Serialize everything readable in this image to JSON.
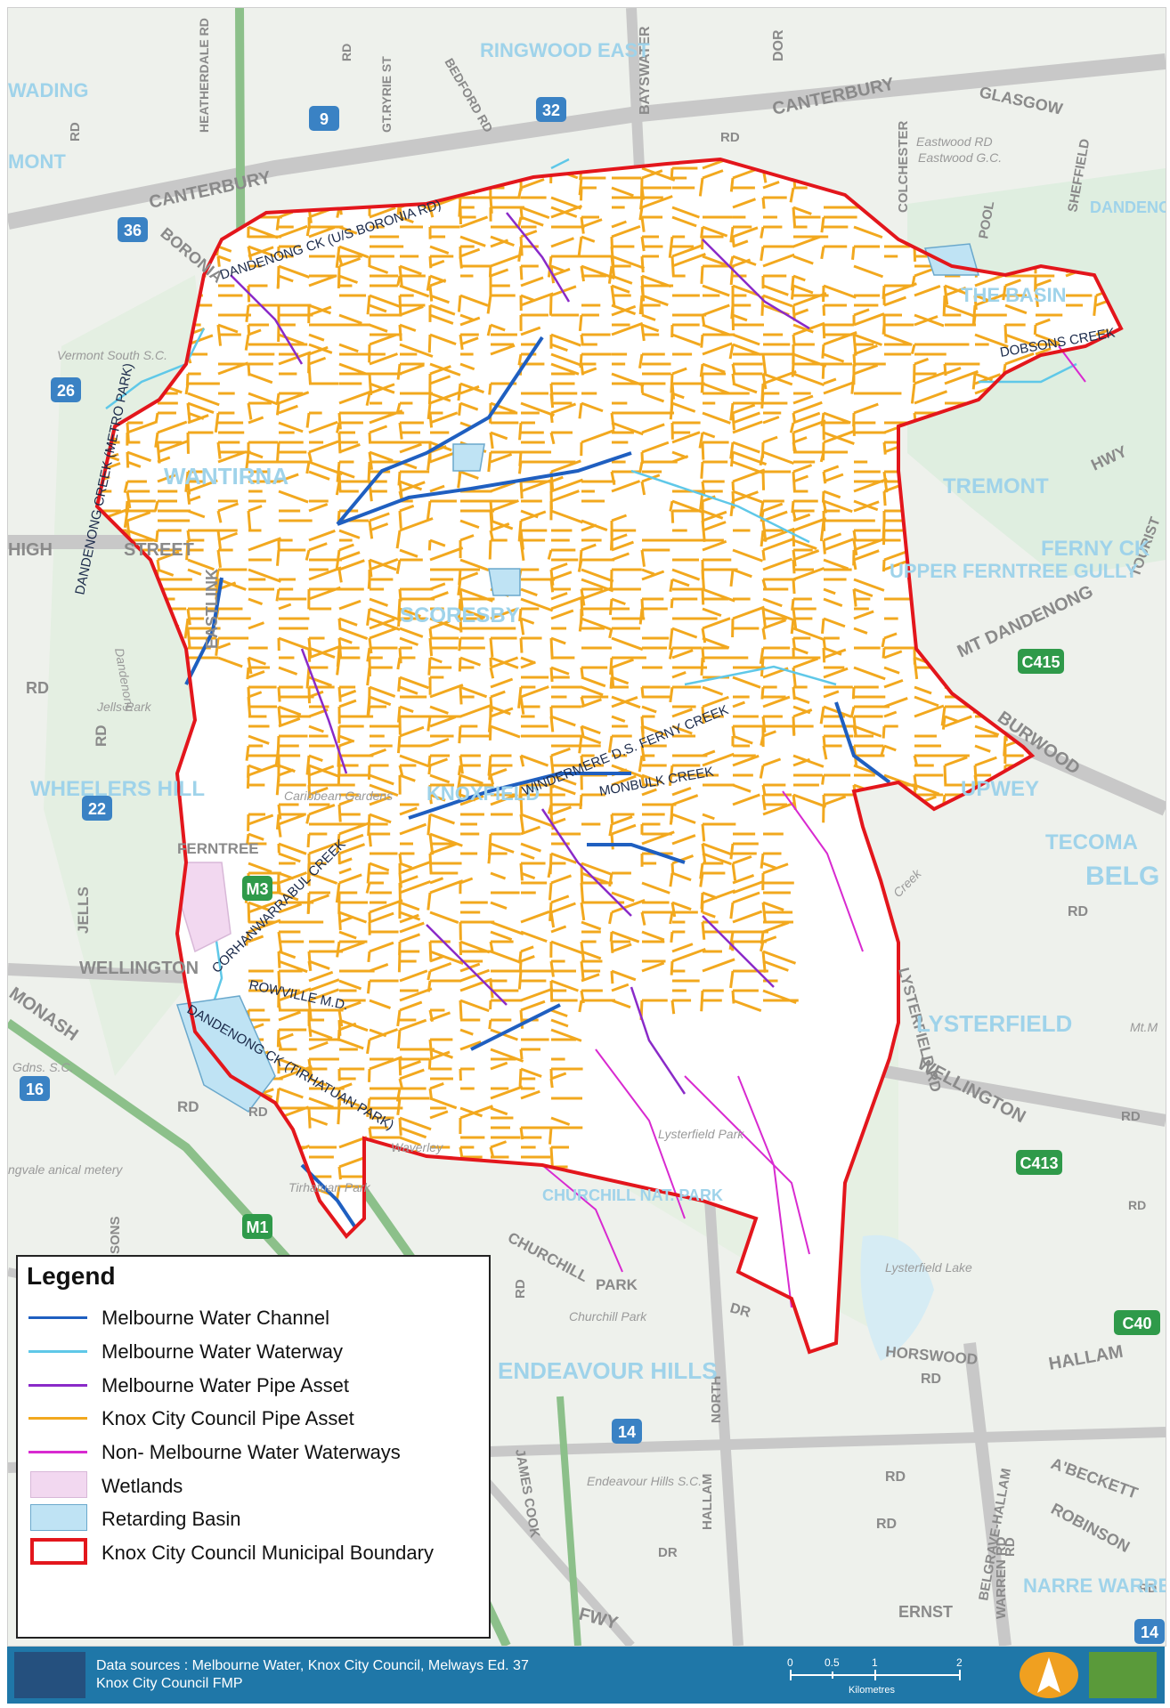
{
  "map": {
    "road_labels": [
      "CANTERBURY",
      "CANTERBURY",
      "GLASGOW",
      "Eastwood RD",
      "BAYSWATER",
      "DOR",
      "BEDFORD RD",
      "GT.RYRIE ST",
      "RD",
      "HEATHERDALE RD",
      "WADING",
      "MONT",
      "BORONIA",
      "HIGH",
      "STREET",
      "RD",
      "BURWOOD",
      "HWY",
      "MT DANDENONG",
      "TOURIST",
      "WELLINGTON",
      "WELLINGTON",
      "MONASH",
      "FWY",
      "CHURCHILL",
      "PARK",
      "DR",
      "HORSWOOD",
      "RD",
      "HALLAM",
      "A'BECKETT",
      "RD",
      "ROBINSON",
      "RD",
      "ERNST",
      "NORTH",
      "HALLAM",
      "JAMES COOK",
      "DR",
      "BELGRAVE-HALLAM",
      "RD",
      "RD",
      "RD",
      "RD",
      "SHEFFIELD",
      "COLCHESTER",
      "POOL",
      "JELLS",
      "FERNTREE",
      "EASTLINK",
      "LYSTERFIELD RD",
      "RD",
      "RD",
      "RD",
      "RD",
      "RD",
      "RD",
      "RD",
      "SONS",
      "WARREN RD"
    ],
    "suburb_labels": [
      "RINGWOOD EAST",
      "DANDENONG RANGES NAT.PARK",
      "THE BASIN",
      "TREMONT",
      "FERNY CK",
      "UPPER FERNTREE GULLY",
      "UPWEY",
      "TECOMA",
      "BELG",
      "LYSTERFIELD",
      "WHEELERS HILL",
      "WANTIRNA",
      "ENDEAVOUR HILLS",
      "NARRE WARREN NTH",
      "CHURCHILL NAT. PARK",
      "SCORESBY",
      "KNOXFIELD"
    ],
    "creek_labels": [
      "DANDENONG CK (U/S BORONIA RD)",
      "DOBSONS CREEK",
      "DANDENONG CREEK (METRO PARK)",
      "WINDERMERE D.S. FERNY CREEK",
      "MONBULK CREEK",
      "CORHANWARRABUL CREEK",
      "ROWVILLE M.D.",
      "DANDENONG CK (TIRHATUAN PARK)"
    ],
    "place_labels": [
      "Eastwood G.C.",
      "Vermont South S.C.",
      "Jells Park",
      "Caribbean Gardens",
      "Lysterfield Park",
      "Lysterfield Lake",
      "Churchill Park",
      "Endeavour Hills S.C.",
      "Tirhatuan Park",
      "Waverley",
      "Gdns. S.C.",
      "ngvale anical metery",
      "Dandenong",
      "Creek",
      "Mt.M"
    ],
    "route_shields": [
      "9",
      "32",
      "36",
      "26",
      "22",
      "M3",
      "16",
      "M1",
      "14",
      "C415",
      "C413",
      "C40",
      "14"
    ]
  },
  "legend": {
    "title": "Legend",
    "items": [
      {
        "label": "Melbourne Water Channel",
        "kind": "line",
        "color": "#1f5fc0"
      },
      {
        "label": "Melbourne Water Waterway",
        "kind": "line",
        "color": "#5fc8e8"
      },
      {
        "label": "Melbourne Water Pipe Asset",
        "kind": "line",
        "color": "#8a2ac8"
      },
      {
        "label": "Knox City Council Pipe Asset",
        "kind": "line",
        "color": "#f2a81e"
      },
      {
        "label": "Non- Melbourne Water Waterways",
        "kind": "line",
        "color": "#d82ad0"
      },
      {
        "label": "Wetlands",
        "kind": "fill",
        "color": "#f2d8f0",
        "border": "#d8b8d8"
      },
      {
        "label": "Retarding Basin",
        "kind": "fill",
        "color": "#bfe3f4",
        "border": "#6aa8cc"
      },
      {
        "label": "Knox City Council Municipal Boundary",
        "kind": "outline",
        "color": "#e3161c"
      }
    ]
  },
  "footer": {
    "sources_line1": "Data sources : Melbourne Water, Knox City Council, Melways Ed. 37",
    "sources_line2": "Knox City Council FMP",
    "scale_ticks": [
      "0",
      "0.5",
      "1",
      "2"
    ],
    "scale_unit": "Kilometres"
  },
  "colors": {
    "boundary": "#e3161c",
    "council_pipe": "#f2a81e",
    "mw_channel": "#1f5fc0",
    "mw_waterway": "#5fc8e8",
    "mw_pipe": "#8a2ac8",
    "non_mw_waterway": "#d82ad0",
    "footer_bg": "#1f77a8"
  }
}
